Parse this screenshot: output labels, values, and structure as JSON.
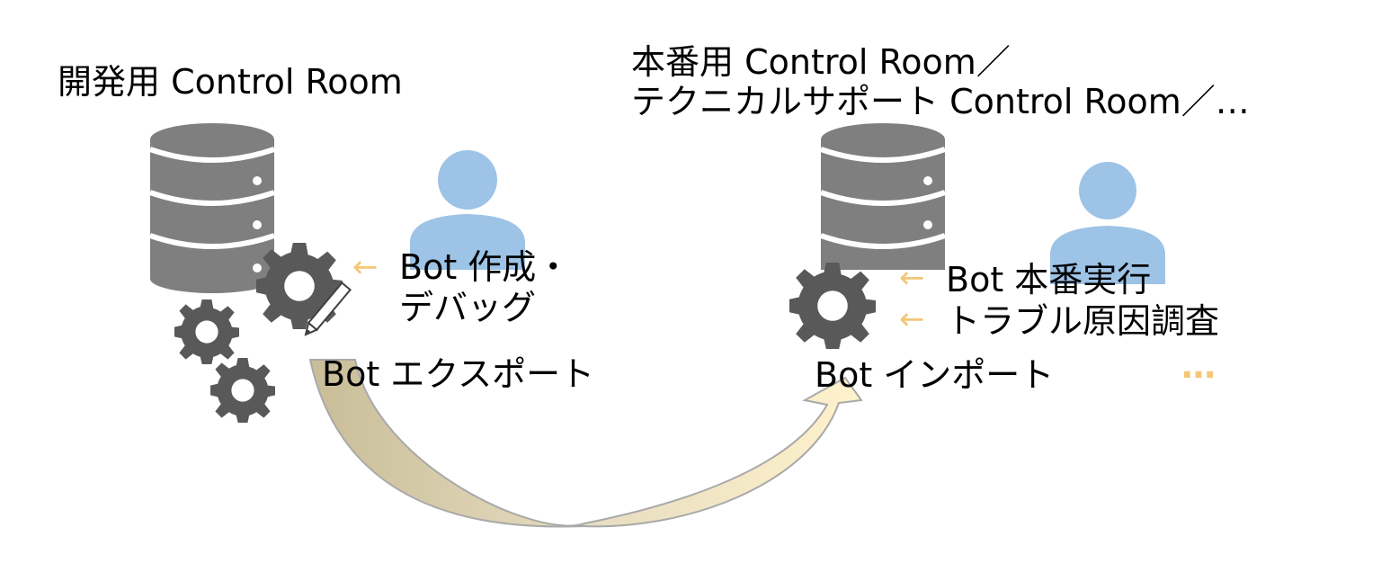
{
  "dev": {
    "title": "開発用 Control Room",
    "task_line1": "Bot 作成・",
    "task_line2": "デバッグ",
    "export_label": "Bot エクスポート"
  },
  "prod": {
    "title_line1": "本番用 Control Room／",
    "title_line2": "テクニカルサポート Control Room／…",
    "task1": "Bot 本番実行",
    "task2": "トラブル原因調査",
    "import_label": "Bot インポート",
    "more": "…"
  },
  "icons": {
    "database": "database-icon",
    "person": "person-icon",
    "gear": "gear-icon",
    "pencil": "pencil-icon",
    "arrow": "left-arrow-icon"
  },
  "colors": {
    "database": "#7f7f7f",
    "gear": "#595959",
    "person": "#9dc3e6",
    "export_arrow": "#cfc3a1",
    "import_arrow": "#fff2cc",
    "left_arrow": "#f3c777"
  }
}
